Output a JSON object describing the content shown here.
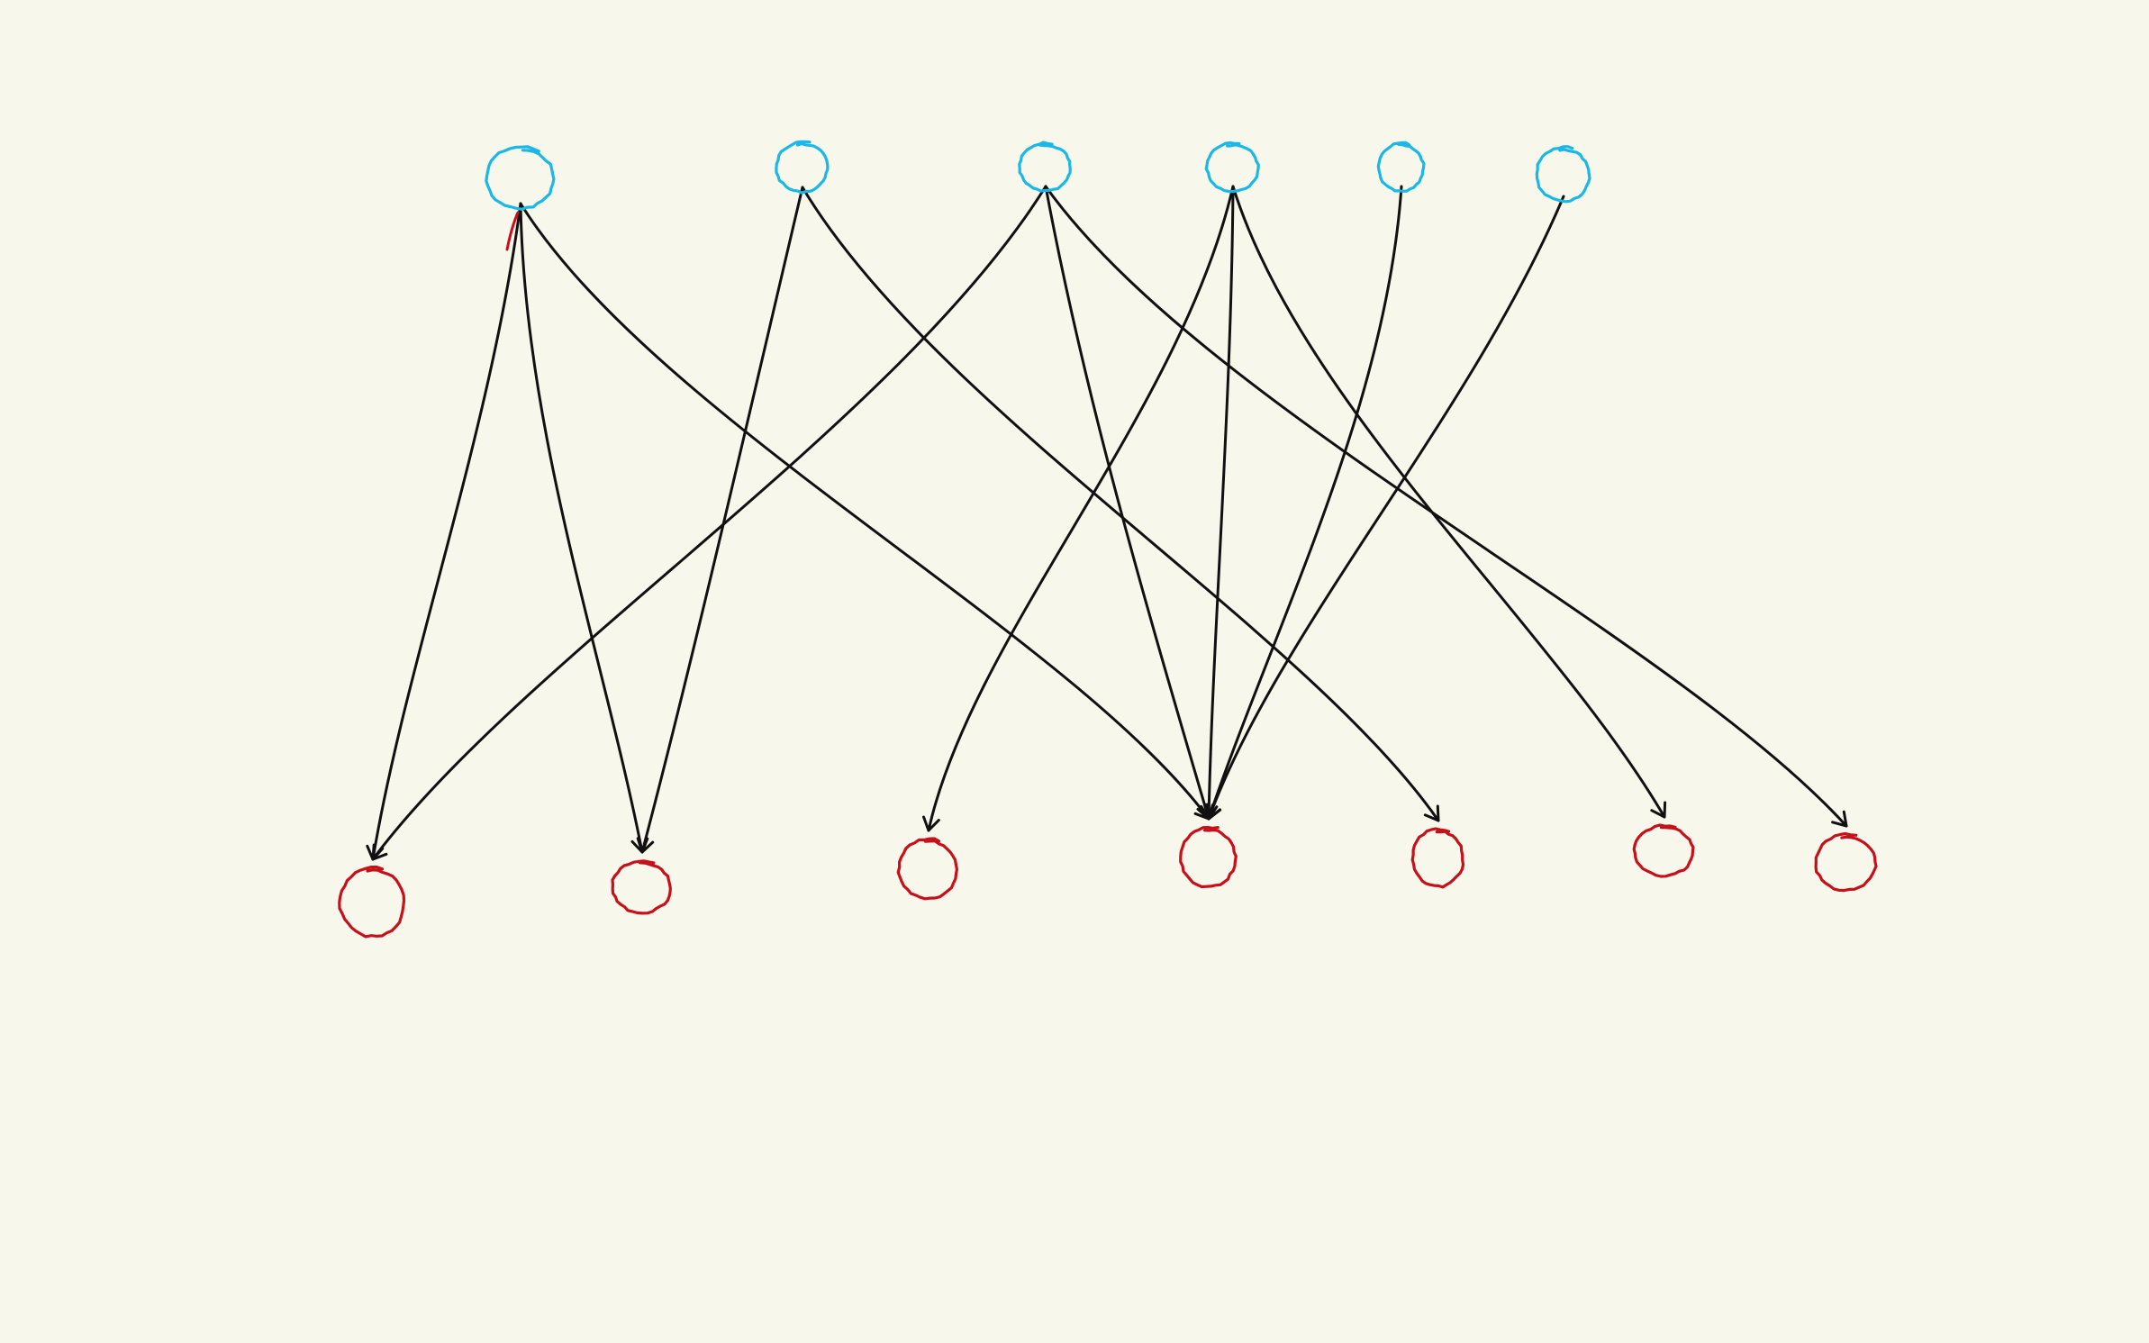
{
  "colors": {
    "background": "#f8f7eb",
    "top_nodes": "#1ab8e6",
    "bottom_nodes": "#c8101a",
    "edges": "#111111"
  },
  "diagram": {
    "type": "bipartite-graph",
    "top_nodes": [
      "t1",
      "t2",
      "t3",
      "t4",
      "t5",
      "t6"
    ],
    "bottom_nodes": [
      "b1",
      "b2",
      "b3",
      "b4",
      "b5",
      "b6",
      "b7"
    ],
    "edges": [
      {
        "from": "t1",
        "to": "b1"
      },
      {
        "from": "t1",
        "to": "b2"
      },
      {
        "from": "t1",
        "to": "b4"
      },
      {
        "from": "t2",
        "to": "b2"
      },
      {
        "from": "t2",
        "to": "b5"
      },
      {
        "from": "t3",
        "to": "b1"
      },
      {
        "from": "t3",
        "to": "b4"
      },
      {
        "from": "t3",
        "to": "b7"
      },
      {
        "from": "t4",
        "to": "b3"
      },
      {
        "from": "t4",
        "to": "b4"
      },
      {
        "from": "t4",
        "to": "b6"
      },
      {
        "from": "t5",
        "to": "b4"
      },
      {
        "from": "t6",
        "to": "b4"
      }
    ]
  }
}
